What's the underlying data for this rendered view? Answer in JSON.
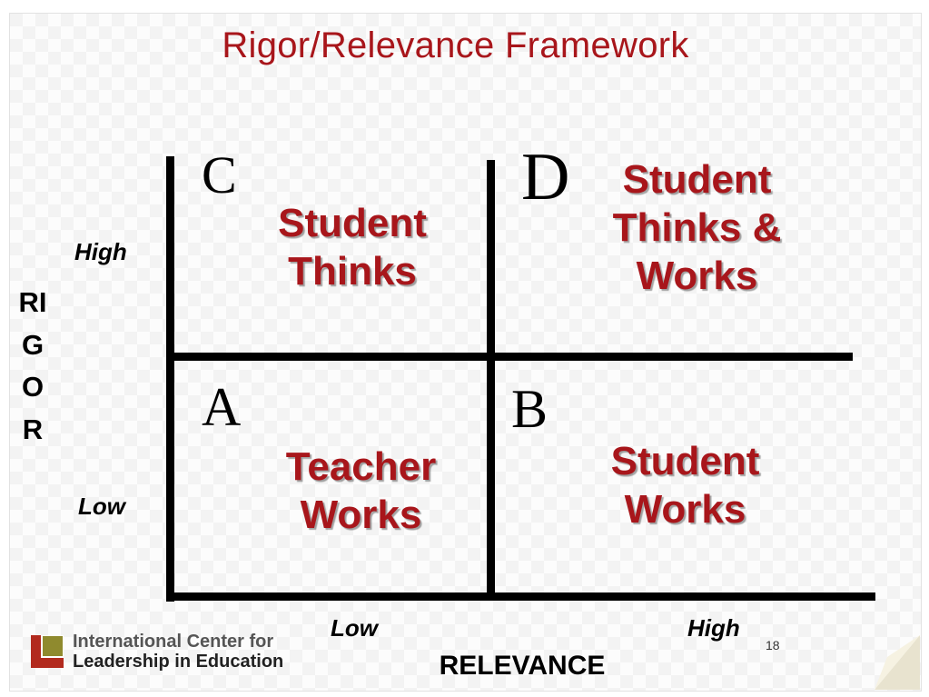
{
  "title": "Rigor/Relevance Framework",
  "vertical_axis": {
    "letters": [
      "RI",
      "G",
      "O",
      "R"
    ],
    "high": "High",
    "low": "Low"
  },
  "horizontal_axis": {
    "name": "RELEVANCE",
    "low": "Low",
    "high": "High"
  },
  "quadrants": {
    "A": {
      "letter": "A",
      "lines": [
        "Teacher",
        "Works"
      ]
    },
    "B": {
      "letter": "B",
      "lines": [
        "Student",
        "Works"
      ]
    },
    "C": {
      "letter": "C",
      "lines": [
        "Student",
        "Thinks"
      ]
    },
    "D": {
      "letter": "D",
      "lines": [
        "Student",
        "Thinks &",
        "Works"
      ]
    }
  },
  "footer": {
    "logo_line1": "International Center for",
    "logo_line2": "Leadership in Education",
    "page_number": "18"
  },
  "colors": {
    "accent_red": "#a8161b",
    "logo_red": "#b22a1e",
    "logo_olive": "#8f8a2e"
  }
}
